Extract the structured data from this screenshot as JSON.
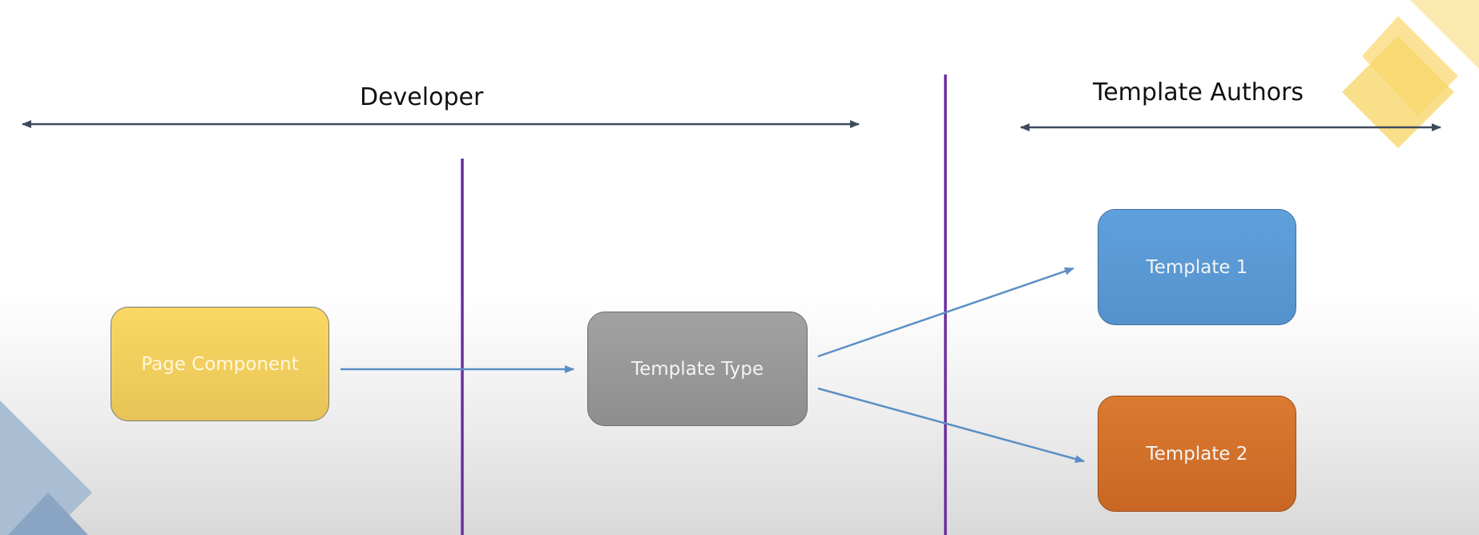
{
  "roles": {
    "developer": "Developer",
    "template_authors": "Template Authors"
  },
  "nodes": {
    "page_component": "Page Component",
    "template_type": "Template Type",
    "template_1": "Template 1",
    "template_2": "Template 2"
  },
  "colors": {
    "page_component_fill": "#f6d35b",
    "template_type_fill": "#9a9a9a",
    "template_1_fill": "#5b9bd5",
    "template_2_fill": "#d4722c",
    "divider": "#6a2fa0",
    "arrow": "#5b8fc4",
    "span_arrow": "#3d4a5c"
  }
}
